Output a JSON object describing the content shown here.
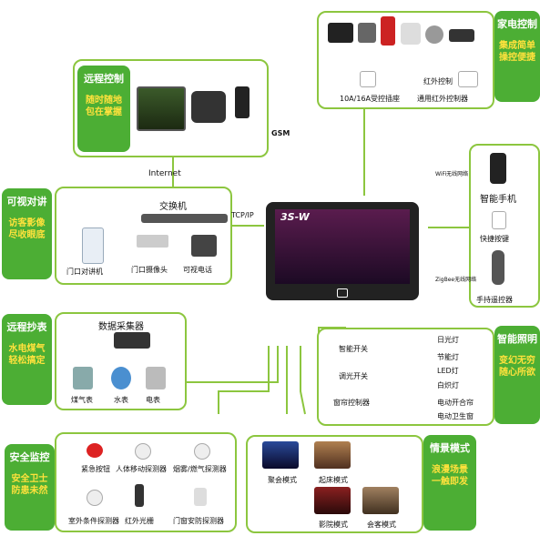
{
  "center": {
    "brand": "3S-W",
    "connection": "TCP/IP",
    "gsm": "GSM",
    "internet": "Internet"
  },
  "remote_control": {
    "title": "远程控制",
    "line1": "随时随地",
    "line2": "包在掌握"
  },
  "video_intercom": {
    "title": "可视对讲",
    "line1": "访客影像",
    "line2": "尽收眼底",
    "switch_label": "交换机",
    "devices": [
      "门口对讲机",
      "门口摄像头",
      "可视电话"
    ]
  },
  "remote_meter": {
    "title": "远程抄表",
    "line1": "水电煤气",
    "line2": "轻松搞定",
    "collector_label": "数据采集器",
    "devices": [
      "煤气表",
      "水表",
      "电表"
    ]
  },
  "security": {
    "title": "安全监控",
    "line1": "安全卫士",
    "line2": "防患未然",
    "devices": [
      "紧急按钮",
      "人体移动探测器",
      "烟雾/燃气探测器",
      "室外条件探测器",
      "红外光栅",
      "门窗安防探测器"
    ]
  },
  "scene": {
    "title": "情景模式",
    "line1": "浪漫场景",
    "line2": "一触即发",
    "modes": [
      "聚会模式",
      "起床模式",
      "影院模式",
      "会客模式"
    ]
  },
  "appliance": {
    "title": "家电控制",
    "line1": "集成简单",
    "line2": "操控便捷",
    "ir_label": "红外控制",
    "devices": [
      "10A/16A受控插座",
      "通用红外控制器"
    ]
  },
  "mobile": {
    "wifi": "WiFi无线网络",
    "zigbee": "ZigBee无线网络",
    "devices": [
      "智能手机",
      "快捷按键",
      "手持遥控器"
    ]
  },
  "lighting": {
    "title": "智能照明",
    "line1": "变幻无穷",
    "line2": "随心所欲",
    "controls": [
      "智能开关",
      "调光开关",
      "窗帘控制器"
    ],
    "outputs": [
      "日光灯",
      "节能灯",
      "LED灯",
      "白炽灯",
      "电动开合帘",
      "电动卫生窗"
    ]
  }
}
